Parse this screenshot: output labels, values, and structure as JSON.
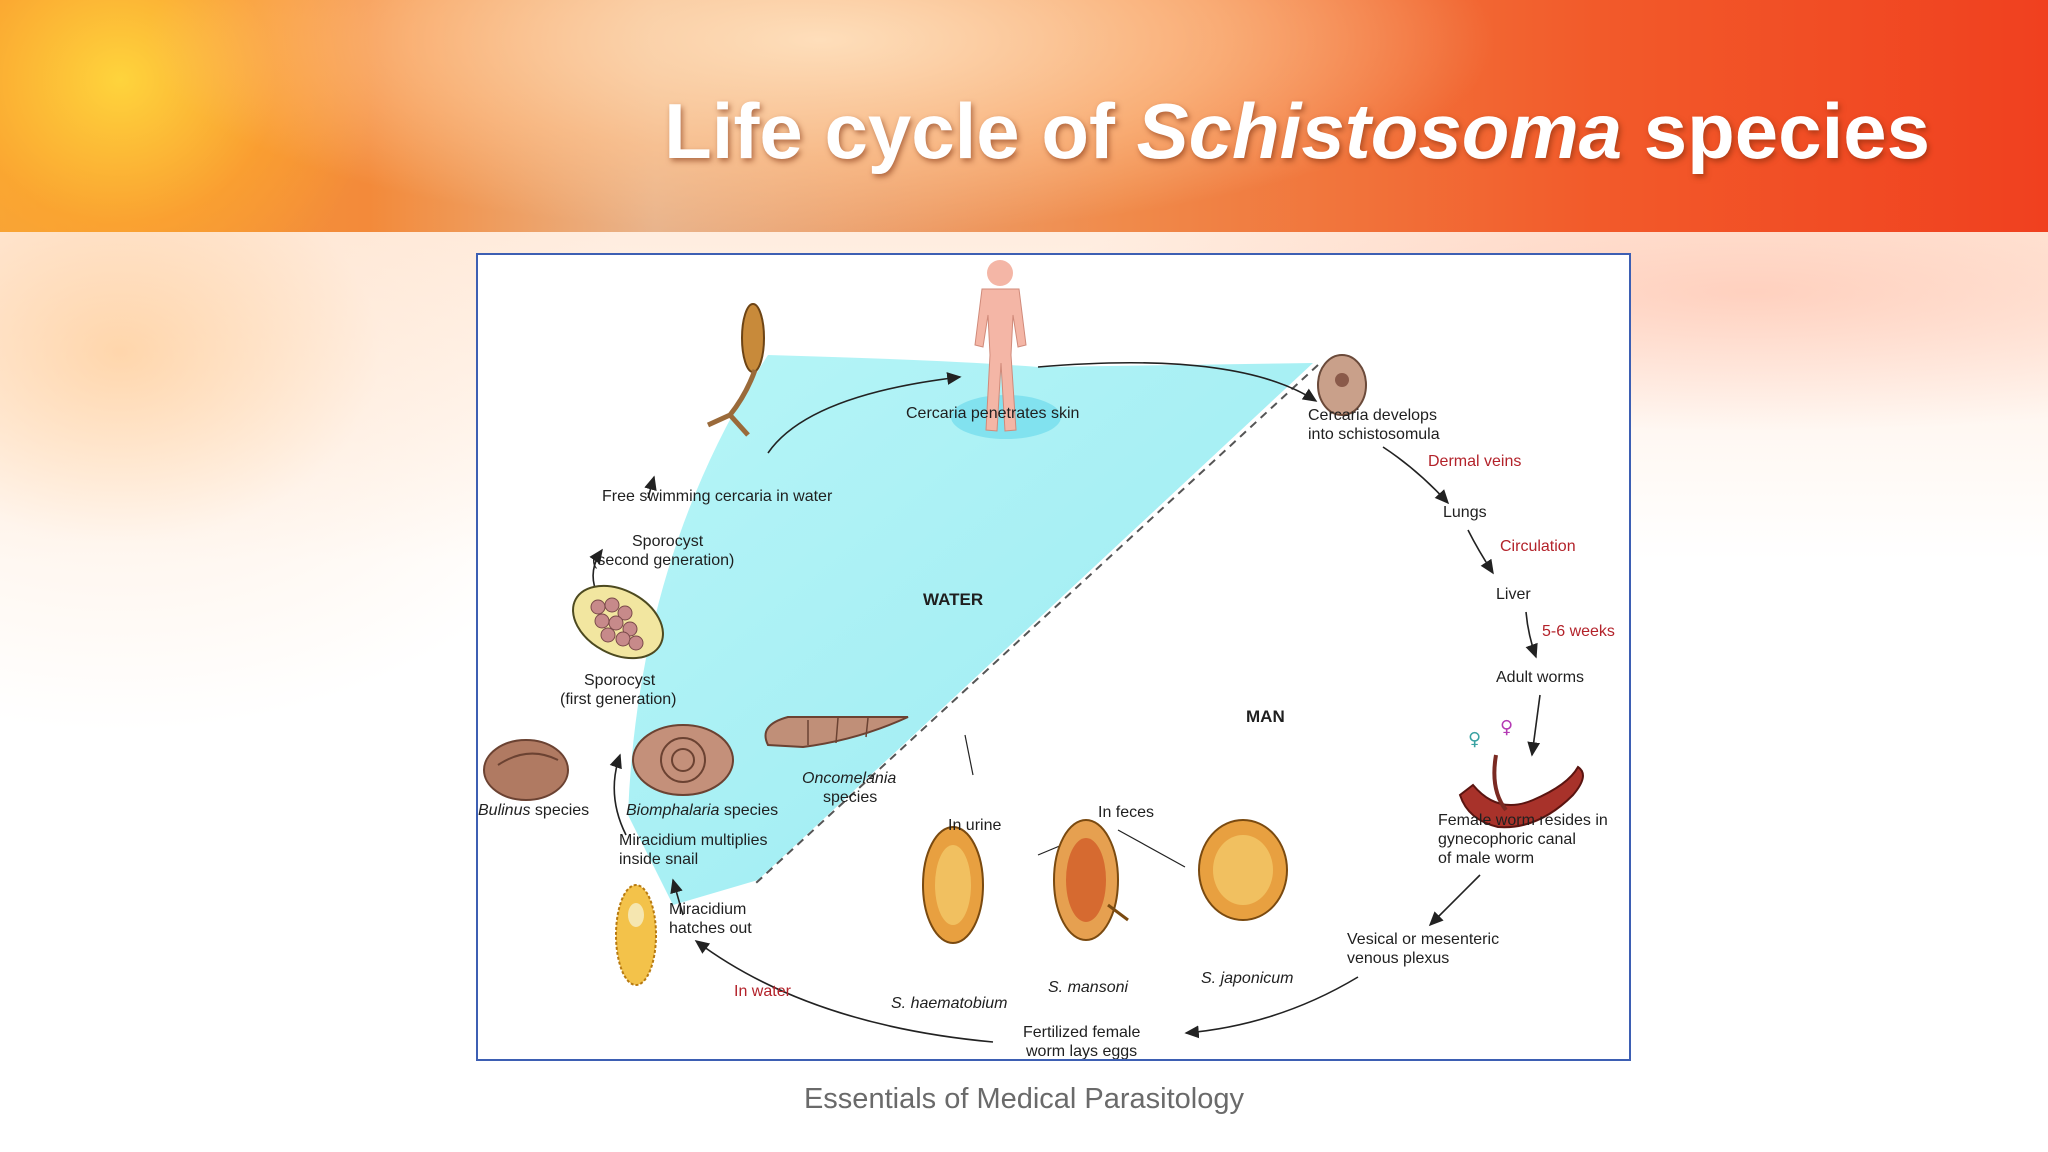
{
  "slide": {
    "title_part1": "Life cycle of ",
    "title_italic": "Schistosoma",
    "title_part2": " species",
    "caption": "Essentials of Medical Parasitology"
  },
  "diagram": {
    "labels": {
      "cercaria_penetrates": "Cercaria penetrates skin",
      "cercaria_develops_1": "Cercaria develops",
      "cercaria_develops_2": "into schistosomula",
      "dermal_veins": "Dermal veins",
      "lungs": "Lungs",
      "circulation": "Circulation",
      "liver": "Liver",
      "weeks": "5-6 weeks",
      "adult_worms": "Adult worms",
      "female_worm_1": "Female worm resides in",
      "female_worm_2": "gynecophoric canal",
      "female_worm_3": "of male worm",
      "vesical_1": "Vesical or mesenteric",
      "vesical_2": "venous plexus",
      "fertilized_1": "Fertilized female",
      "fertilized_2": "worm lays eggs",
      "in_urine": "In urine",
      "in_feces": "In feces",
      "s_haematobium": "S. haematobium",
      "s_mansoni": "S. mansoni",
      "s_japonicum": "S. japonicum",
      "in_water": "In water",
      "miracidium_hatches_1": "Miracidium",
      "miracidium_hatches_2": "hatches out",
      "miracidium_multiplies_1": "Miracidium multiplies",
      "miracidium_multiplies_2": "inside snail",
      "bulinus": "Bulinus",
      "bulinus_suffix": " species",
      "biomphalaria": "Biomphalaria",
      "biomphalaria_suffix": " species",
      "oncomelania": "Oncomelania",
      "oncomelania_suffix": "species",
      "sporocyst1_1": "Sporocyst",
      "sporocyst1_2": "(first generation)",
      "sporocyst2_1": "Sporocyst",
      "sporocyst2_2": "(second generation)",
      "free_swimming": "Free swimming cercaria in water",
      "water": "WATER",
      "man": "MAN"
    }
  }
}
